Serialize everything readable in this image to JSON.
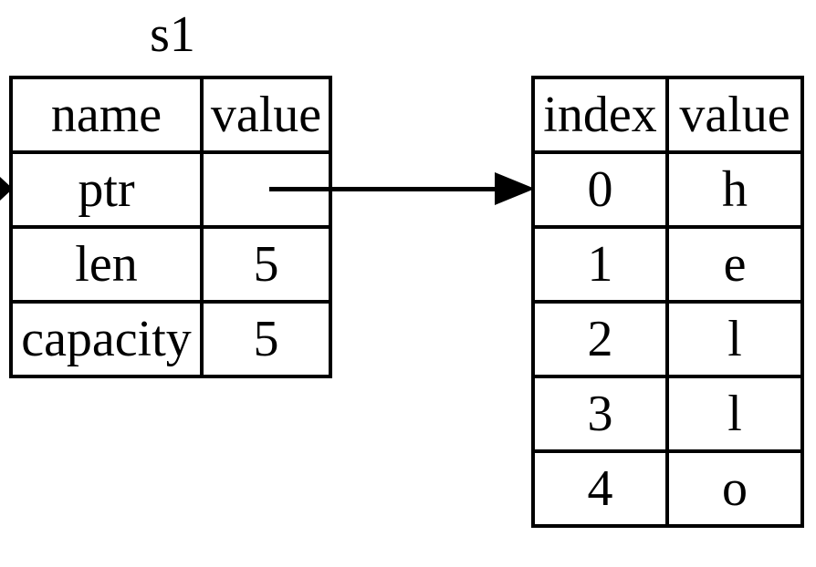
{
  "diagram": {
    "title": "s1",
    "stack_table": {
      "headers": [
        "name",
        "value"
      ],
      "rows": [
        [
          "ptr",
          ""
        ],
        [
          "len",
          "5"
        ],
        [
          "capacity",
          "5"
        ]
      ]
    },
    "heap_table": {
      "headers": [
        "index",
        "value"
      ],
      "rows": [
        [
          "0",
          "h"
        ],
        [
          "1",
          "e"
        ],
        [
          "2",
          "l"
        ],
        [
          "3",
          "l"
        ],
        [
          "4",
          "o"
        ]
      ]
    },
    "colors": {
      "line": "#000000",
      "background": "#ffffff"
    }
  }
}
